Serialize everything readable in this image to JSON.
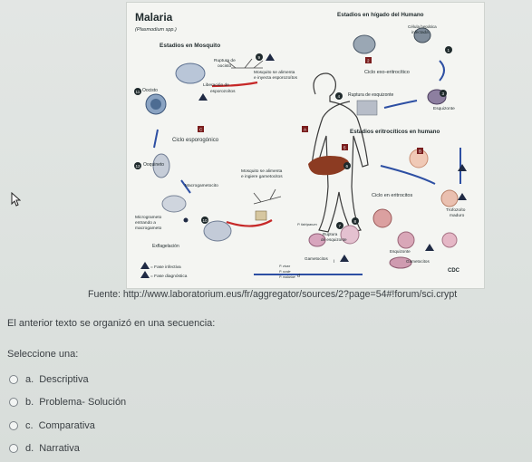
{
  "figure": {
    "title": "Malaria",
    "subtitle": "(Plasmodium spp.)",
    "section_mosquito": "Estadios en Mosquito",
    "section_liver": "Estadios en hígado del Humano",
    "section_blood": "Estadios eritrocíticos en humano",
    "labels": {
      "celula_hepatica": "Célula hepática",
      "infectada": "infectada",
      "ciclo_exo": "Ciclo exo-eritrocítico",
      "ruptura_esquizonte": "Ruptura de esquizonte",
      "esquizonte": "Esquizonte",
      "mosquito_alimenta_1": "Mosquito se alimenta",
      "mosquito_alimenta_2": "e inyecta esporozoítos",
      "ruptura_oocisto_1": "Ruptura de",
      "ruptura_oocisto_2": "oocisto",
      "oocisto": "Oocisto",
      "liberacion_1": "Liberación de",
      "liberacion_2": "esporozoítos",
      "ciclo_esporogonico": "Ciclo esporogónico",
      "ooquineto": "Ooquineto",
      "macrogametocito": "Macrogametocito",
      "microgameto_1": "Microgrameto",
      "microgameto_2": "entrando a",
      "microgameto_3": "macrogameto",
      "exflagelacion": "Exflagelación",
      "mosquito_ingiere_1": "Mosquito se alimenta",
      "mosquito_ingiere_2": "e ingiere gametocitos",
      "ciclo_eritrocitos": "Ciclo en eritrocitos",
      "trofozoito_1": "Trofozoíto",
      "trofozoito_2": "maduro",
      "p_falciparum": "P. falciparum",
      "ruptura_esq_1": "Ruptura",
      "ruptura_esq_2": "de esquizonte",
      "esquizonte_2": "Esquizonte",
      "gametocitos": "Gametocitos",
      "gametocitos_2": "Gametocitos",
      "p_vivax": "P. vivax",
      "p_ovale": "P. ovale",
      "p_malariae": "P. malariae",
      "fase_infectiva": "= Fase infectiva",
      "fase_diagnostica": "= Fase diagnóstica",
      "cdc": "CDC",
      "step_1": "1",
      "step_2": "2",
      "step_3": "3",
      "step_4": "4",
      "step_5": "5",
      "step_6": "6",
      "step_7": "7",
      "step_8": "8",
      "step_9": "9",
      "step_10": "10",
      "step_11": "11",
      "step_12": "12",
      "step_A": "A",
      "step_B": "B",
      "step_C": "C",
      "symbol_d": "d",
      "symbol_i": "i"
    }
  },
  "caption": "Fuente: http://www.laboratorium.eus/fr/aggregator/sources/2?page=54#!forum/sci.crypt",
  "question": "El anterior texto se organizó en una secuencia:",
  "prompt": "Seleccione una:",
  "options": [
    {
      "letter": "a.",
      "text": "Descriptiva"
    },
    {
      "letter": "b.",
      "text": "Problema- Solución"
    },
    {
      "letter": "c.",
      "text": "Comparativa"
    },
    {
      "letter": "d.",
      "text": "Narrativa"
    }
  ],
  "colors": {
    "arrow": "#2d4fa3",
    "red_arrow": "#c62828",
    "liver": "#8c3b22",
    "cell": "#d9dde6",
    "bg": "#dfe4e1"
  }
}
